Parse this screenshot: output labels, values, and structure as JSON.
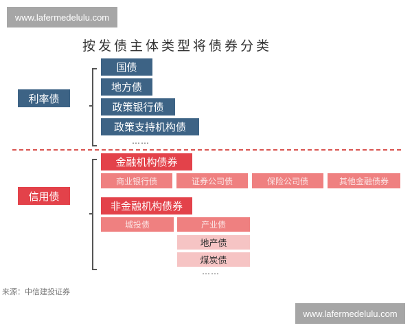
{
  "watermarks": {
    "top": "www.lafermedelulu.com",
    "bottom": "www.lafermedelulu.com"
  },
  "title": "按发债主体类型将债券分类",
  "rate_bonds": {
    "label": "利率债",
    "items": [
      "国债",
      "地方债",
      "政策银行债",
      "政策支持机构债"
    ],
    "ellipsis": "……"
  },
  "credit_bonds": {
    "label": "信用债",
    "financial": {
      "label": "金融机构债券",
      "items": [
        "商业银行债",
        "证券公司债",
        "保险公司债",
        "其他金融债券"
      ]
    },
    "non_financial": {
      "label": "非金融机构债券",
      "items": [
        "城投债",
        "产业债"
      ],
      "industry_sub": [
        "地产债",
        "煤炭债"
      ],
      "ellipsis": "……"
    }
  },
  "source": "来源：中信建投证券",
  "colors": {
    "rate": "#3d6385",
    "credit": "#e3424a",
    "credit_light": "#ef8080",
    "credit_lighter": "#f6c4c4",
    "divider": "#d9534f"
  }
}
